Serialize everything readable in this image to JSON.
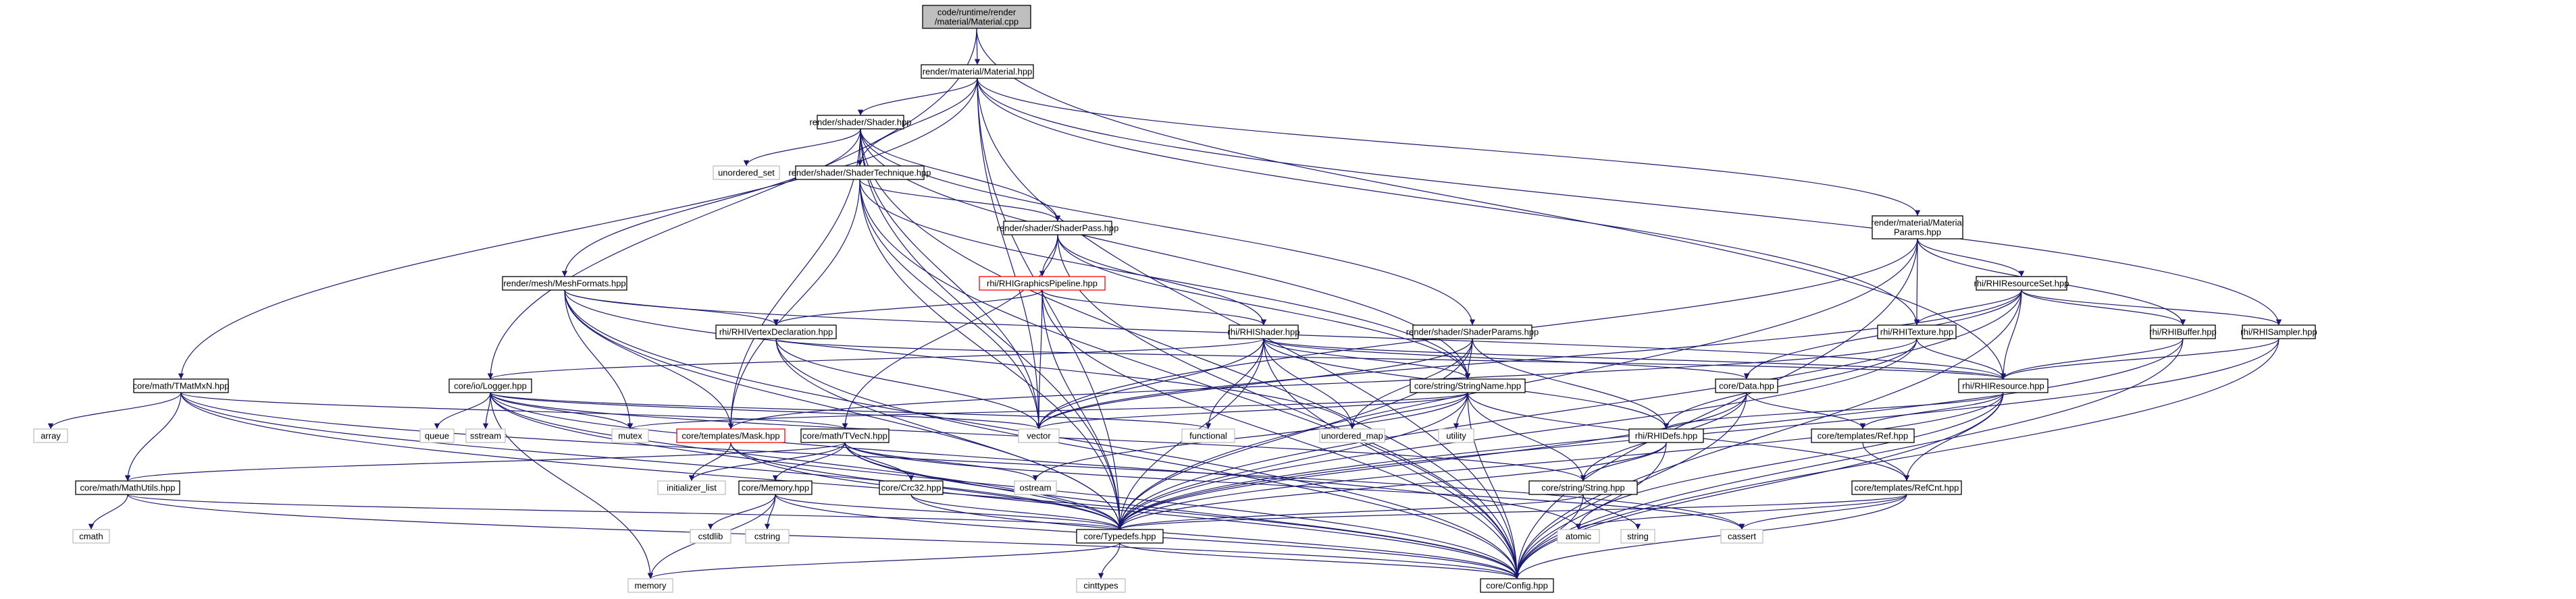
{
  "colors": {
    "edge": "#191970",
    "node_border": "#000000",
    "ext_border": "#bfbfbf",
    "ext_text": "#7f7f7f",
    "red_border": "#ff0000",
    "root_fill": "#bfbfbf",
    "node_fill": "#ffffff"
  },
  "nodes": [
    {
      "id": "root",
      "lines": [
        "code/runtime/render",
        "/material/Material.cpp"
      ],
      "kind": "root"
    },
    {
      "id": "material_hpp",
      "lines": [
        "render/material/Material.hpp"
      ],
      "kind": "normal"
    },
    {
      "id": "shader_hpp",
      "lines": [
        "render/shader/Shader.hpp"
      ],
      "kind": "normal"
    },
    {
      "id": "unordered_set",
      "lines": [
        "unordered_set"
      ],
      "kind": "external"
    },
    {
      "id": "shadertech",
      "lines": [
        "render/shader/ShaderTechnique.hpp"
      ],
      "kind": "normal"
    },
    {
      "id": "shaderpass",
      "lines": [
        "render/shader/ShaderPass.hpp"
      ],
      "kind": "normal"
    },
    {
      "id": "matparams",
      "lines": [
        "render/material/Material",
        "Params.hpp"
      ],
      "kind": "normal"
    },
    {
      "id": "meshformats",
      "lines": [
        "render/mesh/MeshFormats.hpp"
      ],
      "kind": "normal"
    },
    {
      "id": "gfxpipeline",
      "lines": [
        "rhi/RHIGraphicsPipeline.hpp"
      ],
      "kind": "red"
    },
    {
      "id": "resourceset",
      "lines": [
        "rhi/RHIResourceSet.hpp"
      ],
      "kind": "normal"
    },
    {
      "id": "vertexdecl",
      "lines": [
        "rhi/RHIVertexDeclaration.hpp"
      ],
      "kind": "normal"
    },
    {
      "id": "rhishader",
      "lines": [
        "rhi/RHIShader.hpp"
      ],
      "kind": "normal"
    },
    {
      "id": "shaderparams",
      "lines": [
        "render/shader/ShaderParams.hpp"
      ],
      "kind": "normal"
    },
    {
      "id": "rhitexture",
      "lines": [
        "rhi/RHITexture.hpp"
      ],
      "kind": "normal"
    },
    {
      "id": "rhibuffer",
      "lines": [
        "rhi/RHIBuffer.hpp"
      ],
      "kind": "normal"
    },
    {
      "id": "rhisampler",
      "lines": [
        "rhi/RHISampler.hpp"
      ],
      "kind": "normal"
    },
    {
      "id": "tmatmxn",
      "lines": [
        "core/math/TMatMxN.hpp"
      ],
      "kind": "normal"
    },
    {
      "id": "logger",
      "lines": [
        "core/io/Logger.hpp"
      ],
      "kind": "normal"
    },
    {
      "id": "stringname",
      "lines": [
        "core/string/StringName.hpp"
      ],
      "kind": "normal"
    },
    {
      "id": "data",
      "lines": [
        "core/Data.hpp"
      ],
      "kind": "normal"
    },
    {
      "id": "rhiresource",
      "lines": [
        "rhi/RHIResource.hpp"
      ],
      "kind": "normal"
    },
    {
      "id": "array",
      "lines": [
        "array"
      ],
      "kind": "external"
    },
    {
      "id": "queue",
      "lines": [
        "queue"
      ],
      "kind": "external"
    },
    {
      "id": "sstream",
      "lines": [
        "sstream"
      ],
      "kind": "external"
    },
    {
      "id": "mutex",
      "lines": [
        "mutex"
      ],
      "kind": "external"
    },
    {
      "id": "mask",
      "lines": [
        "core/templates/Mask.hpp"
      ],
      "kind": "red"
    },
    {
      "id": "tvecn",
      "lines": [
        "core/math/TVecN.hpp"
      ],
      "kind": "normal"
    },
    {
      "id": "vector",
      "lines": [
        "vector"
      ],
      "kind": "external"
    },
    {
      "id": "functional",
      "lines": [
        "functional"
      ],
      "kind": "external"
    },
    {
      "id": "unordered_map",
      "lines": [
        "unordered_map"
      ],
      "kind": "external"
    },
    {
      "id": "utility",
      "lines": [
        "utility"
      ],
      "kind": "external"
    },
    {
      "id": "rhidefs",
      "lines": [
        "rhi/RHIDefs.hpp"
      ],
      "kind": "normal"
    },
    {
      "id": "ref",
      "lines": [
        "core/templates/Ref.hpp"
      ],
      "kind": "normal"
    },
    {
      "id": "mathutils",
      "lines": [
        "core/math/MathUtils.hpp"
      ],
      "kind": "normal"
    },
    {
      "id": "init_list",
      "lines": [
        "initializer_list"
      ],
      "kind": "external"
    },
    {
      "id": "memory_hpp",
      "lines": [
        "core/Memory.hpp"
      ],
      "kind": "normal"
    },
    {
      "id": "crc32",
      "lines": [
        "core/Crc32.hpp"
      ],
      "kind": "normal"
    },
    {
      "id": "ostream",
      "lines": [
        "ostream"
      ],
      "kind": "external"
    },
    {
      "id": "string_hpp",
      "lines": [
        "core/string/String.hpp"
      ],
      "kind": "normal"
    },
    {
      "id": "refcnt",
      "lines": [
        "core/templates/RefCnt.hpp"
      ],
      "kind": "normal"
    },
    {
      "id": "cmath",
      "lines": [
        "cmath"
      ],
      "kind": "external"
    },
    {
      "id": "cstdlib",
      "lines": [
        "cstdlib"
      ],
      "kind": "external"
    },
    {
      "id": "cstring",
      "lines": [
        "cstring"
      ],
      "kind": "external"
    },
    {
      "id": "typedefs",
      "lines": [
        "core/Typedefs.hpp"
      ],
      "kind": "normal"
    },
    {
      "id": "atomic",
      "lines": [
        "atomic"
      ],
      "kind": "external"
    },
    {
      "id": "cassert",
      "lines": [
        "cassert"
      ],
      "kind": "external"
    },
    {
      "id": "string_std",
      "lines": [
        "string"
      ],
      "kind": "external"
    },
    {
      "id": "memory_std",
      "lines": [
        "memory"
      ],
      "kind": "external"
    },
    {
      "id": "cinttypes",
      "lines": [
        "cinttypes"
      ],
      "kind": "external"
    },
    {
      "id": "config",
      "lines": [
        "core/Config.hpp"
      ],
      "kind": "normal"
    }
  ],
  "edges": [
    [
      "root",
      "material_hpp"
    ],
    [
      "root",
      "logger"
    ],
    [
      "root",
      "rhiresource"
    ],
    [
      "material_hpp",
      "shader_hpp"
    ],
    [
      "material_hpp",
      "matparams"
    ],
    [
      "material_hpp",
      "tmatmxn"
    ],
    [
      "material_hpp",
      "typedefs"
    ],
    [
      "material_hpp",
      "config"
    ],
    [
      "material_hpp",
      "rhitexture"
    ],
    [
      "material_hpp",
      "rhisampler"
    ],
    [
      "material_hpp",
      "shadertech"
    ],
    [
      "material_hpp",
      "vector"
    ],
    [
      "shader_hpp",
      "unordered_set"
    ],
    [
      "shader_hpp",
      "shadertech"
    ],
    [
      "shader_hpp",
      "shaderpass"
    ],
    [
      "shader_hpp",
      "meshformats"
    ],
    [
      "shader_hpp",
      "shaderparams"
    ],
    [
      "shader_hpp",
      "mask"
    ],
    [
      "shader_hpp",
      "vector"
    ],
    [
      "shader_hpp",
      "typedefs"
    ],
    [
      "shader_hpp",
      "config"
    ],
    [
      "shader_hpp",
      "stringname"
    ],
    [
      "shadertech",
      "shaderpass"
    ],
    [
      "shadertech",
      "typedefs"
    ],
    [
      "shadertech",
      "config"
    ],
    [
      "shadertech",
      "vector"
    ],
    [
      "shadertech",
      "mask"
    ],
    [
      "shadertech",
      "stringname"
    ],
    [
      "shaderpass",
      "gfxpipeline"
    ],
    [
      "shaderpass",
      "rhishader"
    ],
    [
      "shaderpass",
      "stringname"
    ],
    [
      "shaderpass",
      "config"
    ],
    [
      "shaderpass",
      "tvecn"
    ],
    [
      "matparams",
      "resourceset"
    ],
    [
      "matparams",
      "rhitexture"
    ],
    [
      "matparams",
      "rhibuffer"
    ],
    [
      "matparams",
      "vector"
    ],
    [
      "matparams",
      "typedefs"
    ],
    [
      "matparams",
      "config"
    ],
    [
      "meshformats",
      "vertexdecl"
    ],
    [
      "meshformats",
      "mask"
    ],
    [
      "meshformats",
      "mutex"
    ],
    [
      "meshformats",
      "typedefs"
    ],
    [
      "meshformats",
      "config"
    ],
    [
      "meshformats",
      "rhiresource"
    ],
    [
      "meshformats",
      "unordered_map"
    ],
    [
      "gfxpipeline",
      "vertexdecl"
    ],
    [
      "gfxpipeline",
      "rhishader"
    ],
    [
      "gfxpipeline",
      "vector"
    ],
    [
      "gfxpipeline",
      "typedefs"
    ],
    [
      "gfxpipeline",
      "config"
    ],
    [
      "resourceset",
      "rhitexture"
    ],
    [
      "resourceset",
      "rhibuffer"
    ],
    [
      "resourceset",
      "rhisampler"
    ],
    [
      "resourceset",
      "rhiresource"
    ],
    [
      "resourceset",
      "vector"
    ],
    [
      "resourceset",
      "typedefs"
    ],
    [
      "resourceset",
      "config"
    ],
    [
      "resourceset",
      "data"
    ],
    [
      "vertexdecl",
      "rhiresource"
    ],
    [
      "vertexdecl",
      "vector"
    ],
    [
      "vertexdecl",
      "typedefs"
    ],
    [
      "vertexdecl",
      "config"
    ],
    [
      "rhishader",
      "rhiresource"
    ],
    [
      "rhishader",
      "stringname"
    ],
    [
      "rhishader",
      "data"
    ],
    [
      "rhishader",
      "vector"
    ],
    [
      "rhishader",
      "functional"
    ],
    [
      "rhishader",
      "unordered_map"
    ],
    [
      "rhishader",
      "typedefs"
    ],
    [
      "rhishader",
      "config"
    ],
    [
      "rhishader",
      "rhidefs"
    ],
    [
      "rhishader",
      "logger"
    ],
    [
      "shaderparams",
      "stringname"
    ],
    [
      "shaderparams",
      "rhidefs"
    ],
    [
      "shaderparams",
      "vector"
    ],
    [
      "shaderparams",
      "typedefs"
    ],
    [
      "shaderparams",
      "unordered_map"
    ],
    [
      "rhitexture",
      "rhiresource"
    ],
    [
      "rhitexture",
      "rhidefs"
    ],
    [
      "rhitexture",
      "typedefs"
    ],
    [
      "rhitexture",
      "mask"
    ],
    [
      "rhibuffer",
      "rhiresource"
    ],
    [
      "rhibuffer",
      "typedefs"
    ],
    [
      "rhibuffer",
      "config"
    ],
    [
      "rhisampler",
      "rhiresource"
    ],
    [
      "rhisampler",
      "typedefs"
    ],
    [
      "rhisampler",
      "config"
    ],
    [
      "tmatmxn",
      "array"
    ],
    [
      "tmatmxn",
      "mathutils"
    ],
    [
      "tmatmxn",
      "tvecn"
    ],
    [
      "tmatmxn",
      "typedefs"
    ],
    [
      "tmatmxn",
      "config"
    ],
    [
      "tmatmxn",
      "cassert"
    ],
    [
      "logger",
      "queue"
    ],
    [
      "logger",
      "sstream"
    ],
    [
      "logger",
      "mutex"
    ],
    [
      "logger",
      "vector"
    ],
    [
      "logger",
      "functional"
    ],
    [
      "logger",
      "typedefs"
    ],
    [
      "logger",
      "config"
    ],
    [
      "logger",
      "string_hpp"
    ],
    [
      "logger",
      "atomic"
    ],
    [
      "logger",
      "memory_std"
    ],
    [
      "stringname",
      "string_hpp"
    ],
    [
      "stringname",
      "utility"
    ],
    [
      "stringname",
      "unordered_map"
    ],
    [
      "stringname",
      "mutex"
    ],
    [
      "stringname",
      "vector"
    ],
    [
      "stringname",
      "typedefs"
    ],
    [
      "stringname",
      "config"
    ],
    [
      "stringname",
      "refcnt"
    ],
    [
      "stringname",
      "ostream"
    ],
    [
      "data",
      "ref"
    ],
    [
      "data",
      "string_hpp"
    ],
    [
      "data",
      "typedefs"
    ],
    [
      "data",
      "config"
    ],
    [
      "rhiresource",
      "ref"
    ],
    [
      "rhiresource",
      "refcnt"
    ],
    [
      "rhiresource",
      "rhidefs"
    ],
    [
      "rhiresource",
      "typedefs"
    ],
    [
      "rhiresource",
      "config"
    ],
    [
      "rhiresource",
      "atomic"
    ],
    [
      "mask",
      "typedefs"
    ],
    [
      "mask",
      "init_list"
    ],
    [
      "mask",
      "config"
    ],
    [
      "tvecn",
      "mathutils"
    ],
    [
      "tvecn",
      "memory_hpp"
    ],
    [
      "tvecn",
      "crc32"
    ],
    [
      "tvecn",
      "ostream"
    ],
    [
      "tvecn",
      "init_list"
    ],
    [
      "tvecn",
      "typedefs"
    ],
    [
      "tvecn",
      "config"
    ],
    [
      "tvecn",
      "cassert"
    ],
    [
      "rhidefs",
      "typedefs"
    ],
    [
      "rhidefs",
      "config"
    ],
    [
      "rhidefs",
      "string_hpp"
    ],
    [
      "ref",
      "refcnt"
    ],
    [
      "mathutils",
      "cmath"
    ],
    [
      "mathutils",
      "typedefs"
    ],
    [
      "mathutils",
      "config"
    ],
    [
      "memory_hpp",
      "cstdlib"
    ],
    [
      "memory_hpp",
      "cstring"
    ],
    [
      "memory_hpp",
      "memory_std"
    ],
    [
      "memory_hpp",
      "typedefs"
    ],
    [
      "memory_hpp",
      "config"
    ],
    [
      "crc32",
      "typedefs"
    ],
    [
      "crc32",
      "config"
    ],
    [
      "string_hpp",
      "typedefs"
    ],
    [
      "string_hpp",
      "config"
    ],
    [
      "string_hpp",
      "string_std"
    ],
    [
      "refcnt",
      "atomic"
    ],
    [
      "refcnt",
      "cassert"
    ],
    [
      "refcnt",
      "config"
    ],
    [
      "refcnt",
      "typedefs"
    ],
    [
      "typedefs",
      "config"
    ],
    [
      "typedefs",
      "memory_std"
    ],
    [
      "typedefs",
      "cinttypes"
    ]
  ]
}
